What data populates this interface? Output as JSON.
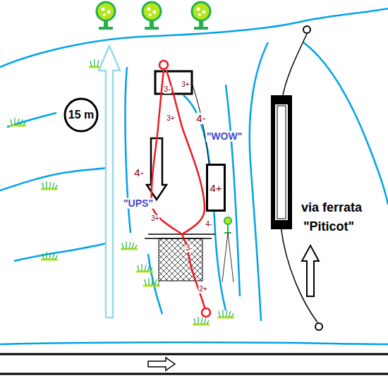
{
  "diagram": {
    "nodes": [
      {
        "text": [
          "15 m"
        ]
      },
      {
        "text": [
          "4+"
        ]
      }
    ],
    "labels": [
      "3-",
      "3+",
      "3+",
      "4-",
      "\"WOW\"",
      "4-",
      "\"UPS\"",
      "3+",
      "4-",
      "3-",
      "2+",
      "via ferrata",
      "\"Piticot\""
    ]
  }
}
